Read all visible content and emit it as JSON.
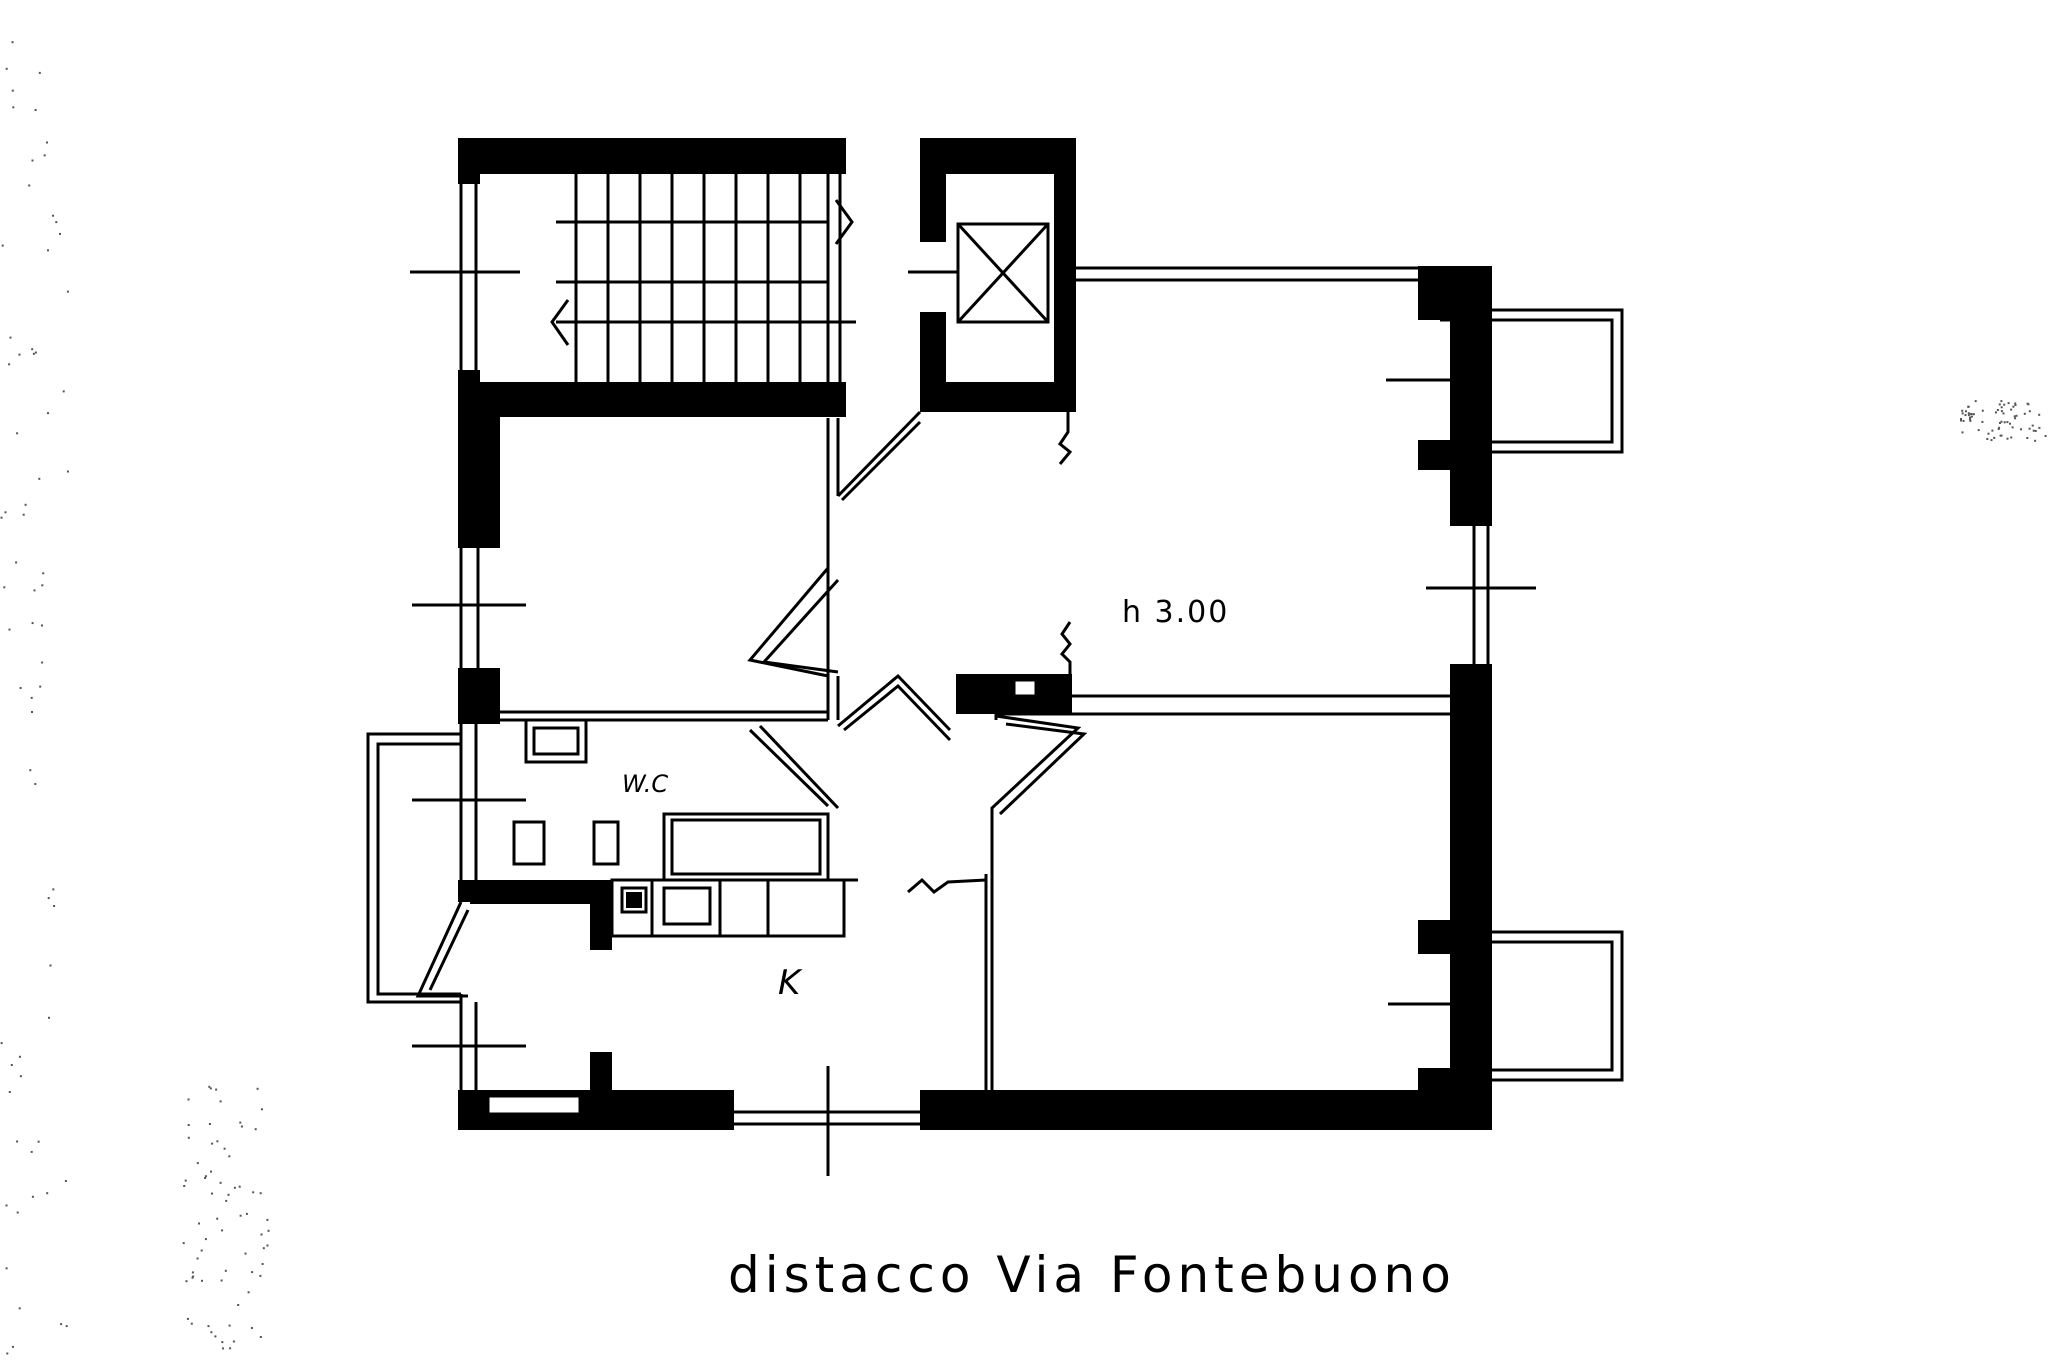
{
  "plan": {
    "height_label": "h 3.00",
    "room_labels": {
      "wc": "W.C",
      "kitchen": "K"
    },
    "caption": "distacco Via Fontebuono"
  },
  "colors": {
    "ink": "#000000",
    "paper": "#ffffff"
  },
  "icons": [
    "stair-arrow-icon",
    "elevator-cross-icon"
  ]
}
